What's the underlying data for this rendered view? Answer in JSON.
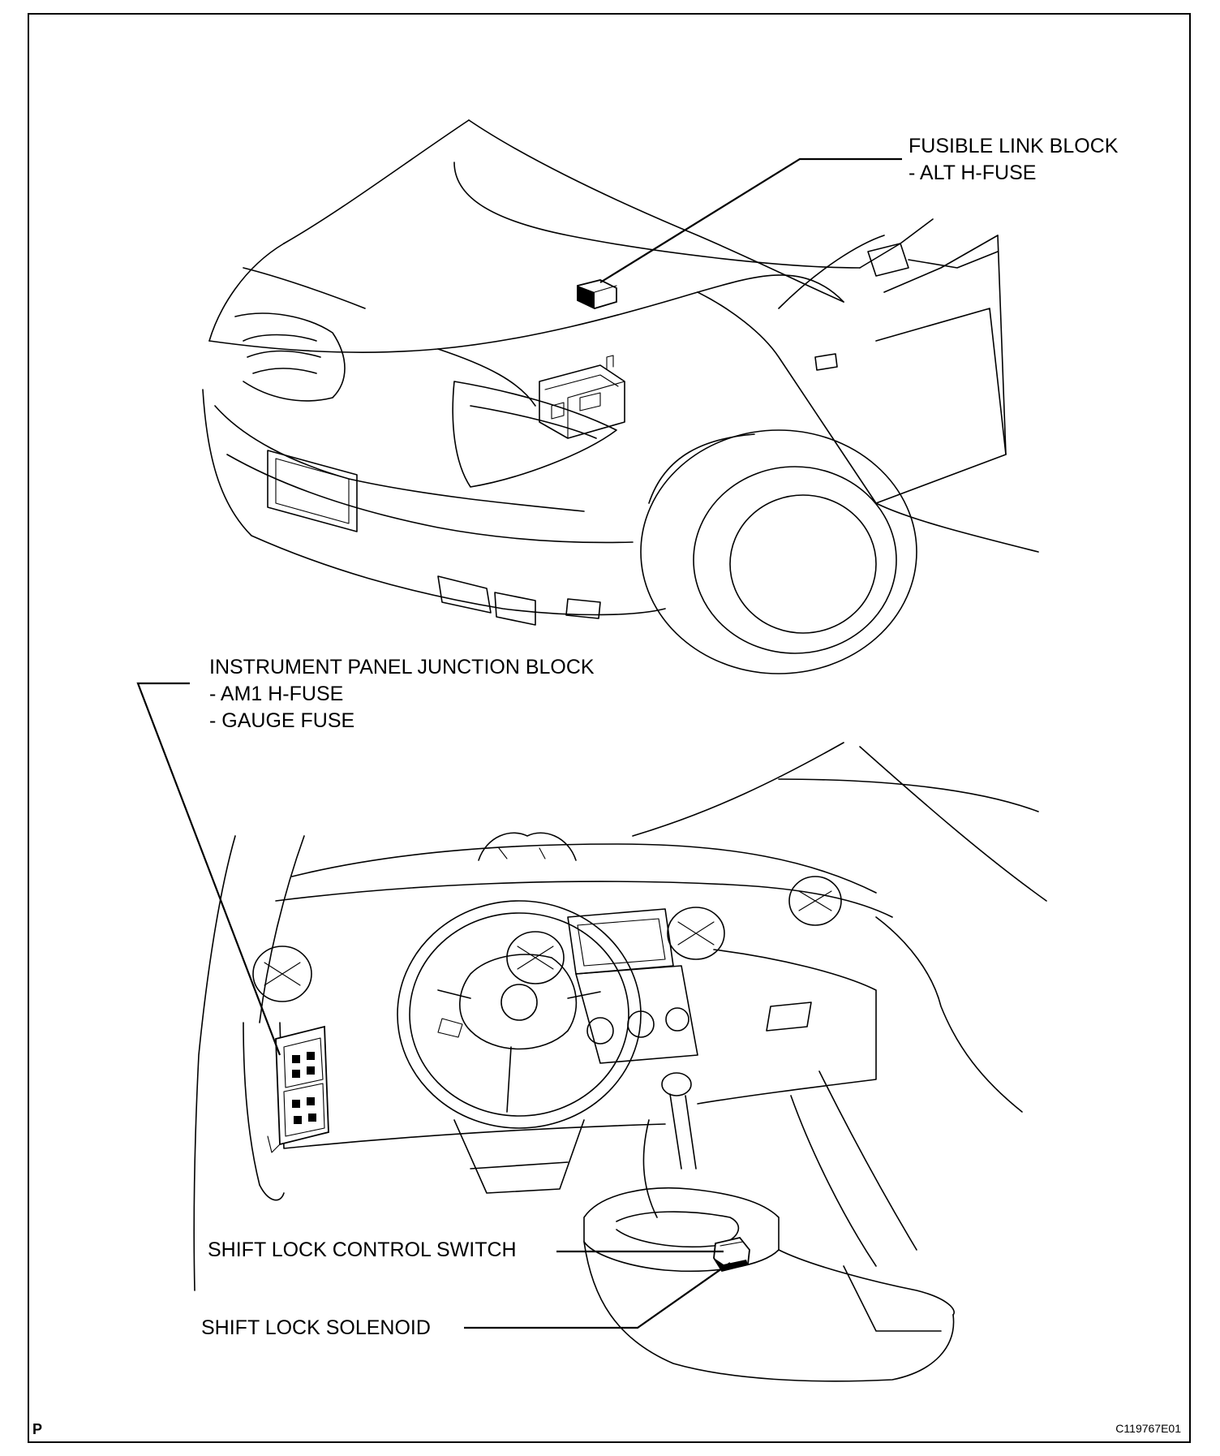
{
  "labels": {
    "fusible_link_block": "FUSIBLE LINK BLOCK",
    "alt_h_fuse": "- ALT H-FUSE",
    "instrument_panel_junction_block": "INSTRUMENT PANEL JUNCTION BLOCK",
    "am1_h_fuse": "- AM1 H-FUSE",
    "gauge_fuse": "- GAUGE FUSE",
    "shift_lock_control_switch": "SHIFT LOCK CONTROL SWITCH",
    "shift_lock_solenoid": "SHIFT LOCK SOLENOID"
  },
  "footer": {
    "page_mark": "P",
    "figure_code": "C119767E01"
  }
}
